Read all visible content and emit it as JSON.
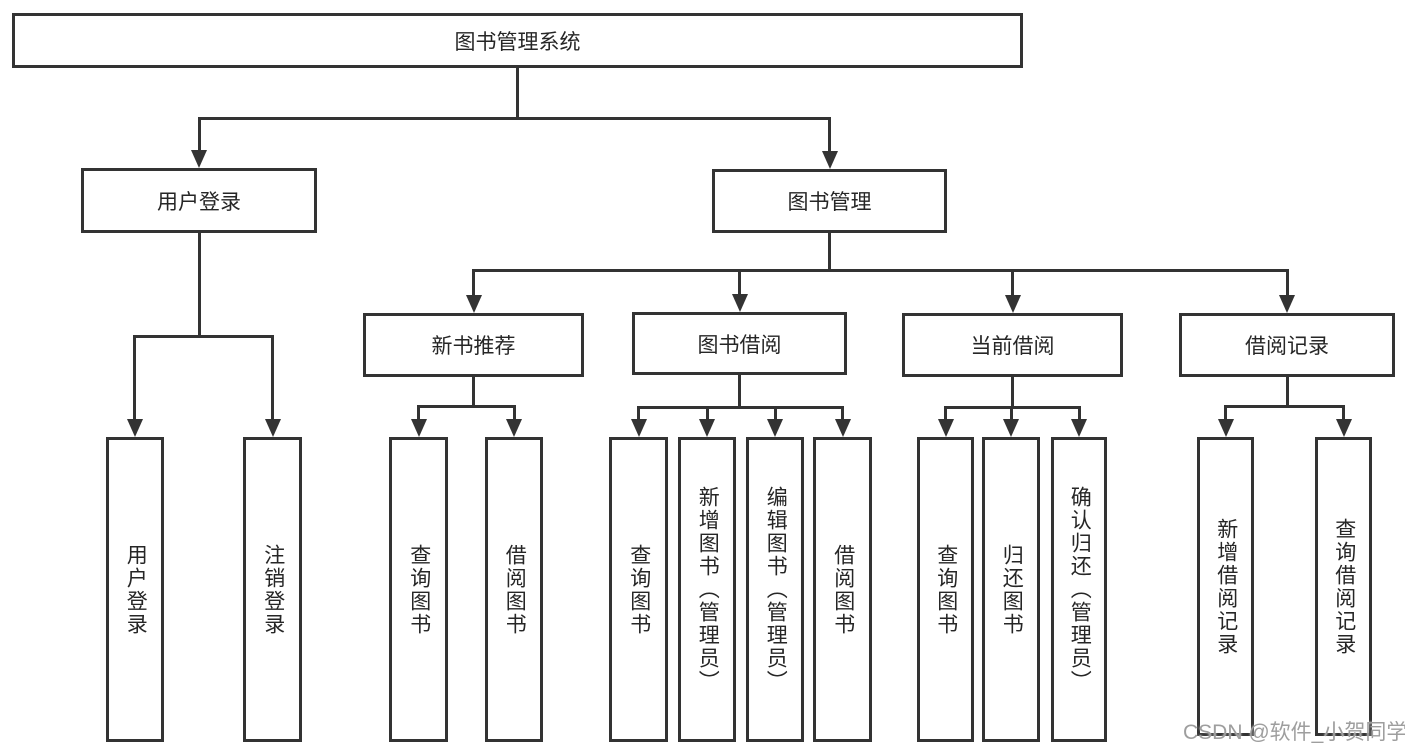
{
  "theme": {
    "line_color": "#333333",
    "text_color": "#262626",
    "background_color": "#ffffff",
    "watermark_color": "#9e9e9e"
  },
  "tree": {
    "label": "图书管理系统",
    "children": [
      {
        "label": "用户登录",
        "children": [
          {
            "label": "用户登录"
          },
          {
            "label": "注销登录"
          }
        ]
      },
      {
        "label": "图书管理",
        "children": [
          {
            "label": "新书推荐",
            "children": [
              {
                "label": "查询图书"
              },
              {
                "label": "借阅图书"
              }
            ]
          },
          {
            "label": "图书借阅",
            "children": [
              {
                "label": "查询图书"
              },
              {
                "label": "新增图书（管理员）"
              },
              {
                "label": "编辑图书（管理员）"
              },
              {
                "label": "借阅图书"
              }
            ]
          },
          {
            "label": "当前借阅",
            "children": [
              {
                "label": "查询图书"
              },
              {
                "label": "归还图书"
              },
              {
                "label": "确认归还（管理员）"
              }
            ]
          },
          {
            "label": "借阅记录",
            "children": [
              {
                "label": "新增借阅记录"
              },
              {
                "label": "查询借阅记录"
              }
            ]
          }
        ]
      }
    ]
  },
  "watermark": {
    "text": "CSDN @软件_小贺同学"
  }
}
